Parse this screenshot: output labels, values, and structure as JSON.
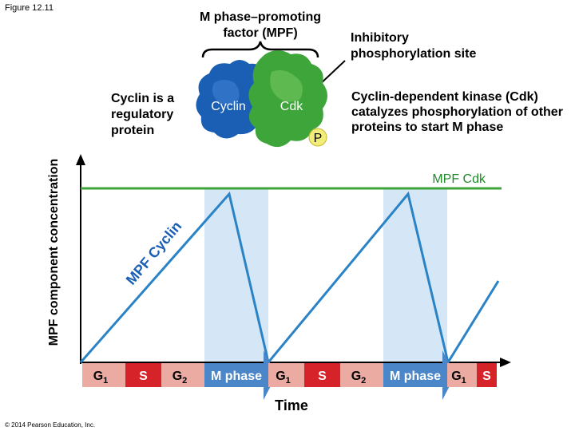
{
  "figure_label": "Figure 12.11",
  "mpf_title": "M phase–promoting factor (MPF)",
  "inhibitory_label": "Inhibitory phosphorylation site",
  "cyclin_regulatory": "Cyclin is a regulatory protein",
  "cdk_description": "Cyclin-dependent kinase (Cdk) catalyzes phosphorylation of other proteins to start M phase",
  "molecule": {
    "cyclin_label": "Cyclin",
    "cdk_label": "Cdk",
    "phosphate_label": "P"
  },
  "y_axis_label": "MPF component concentration",
  "x_axis_label": "Time",
  "series": {
    "cdk_label": "MPF Cdk",
    "cyclin_label": "MPF Cyclin"
  },
  "phases": [
    {
      "label": "G",
      "sub": "1"
    },
    {
      "label": "S",
      "sub": ""
    },
    {
      "label": "G",
      "sub": "2"
    },
    {
      "label": "M phase",
      "sub": ""
    },
    {
      "label": "G",
      "sub": "1"
    },
    {
      "label": "S",
      "sub": ""
    },
    {
      "label": "G",
      "sub": "2"
    },
    {
      "label": "M phase",
      "sub": ""
    },
    {
      "label": "G",
      "sub": "1"
    },
    {
      "label": "S",
      "sub": ""
    }
  ],
  "copyright": "© 2014 Pearson Education, Inc.",
  "colors": {
    "cyclin_blue": "#1a5fb4",
    "cdk_green": "#3ea53a",
    "line_blue": "#2a83c6",
    "phase_pink": "#ebaaa2",
    "phase_red": "#d6232a",
    "phase_arrow": "#4a86c8",
    "m_band": "#d5e6f6"
  }
}
